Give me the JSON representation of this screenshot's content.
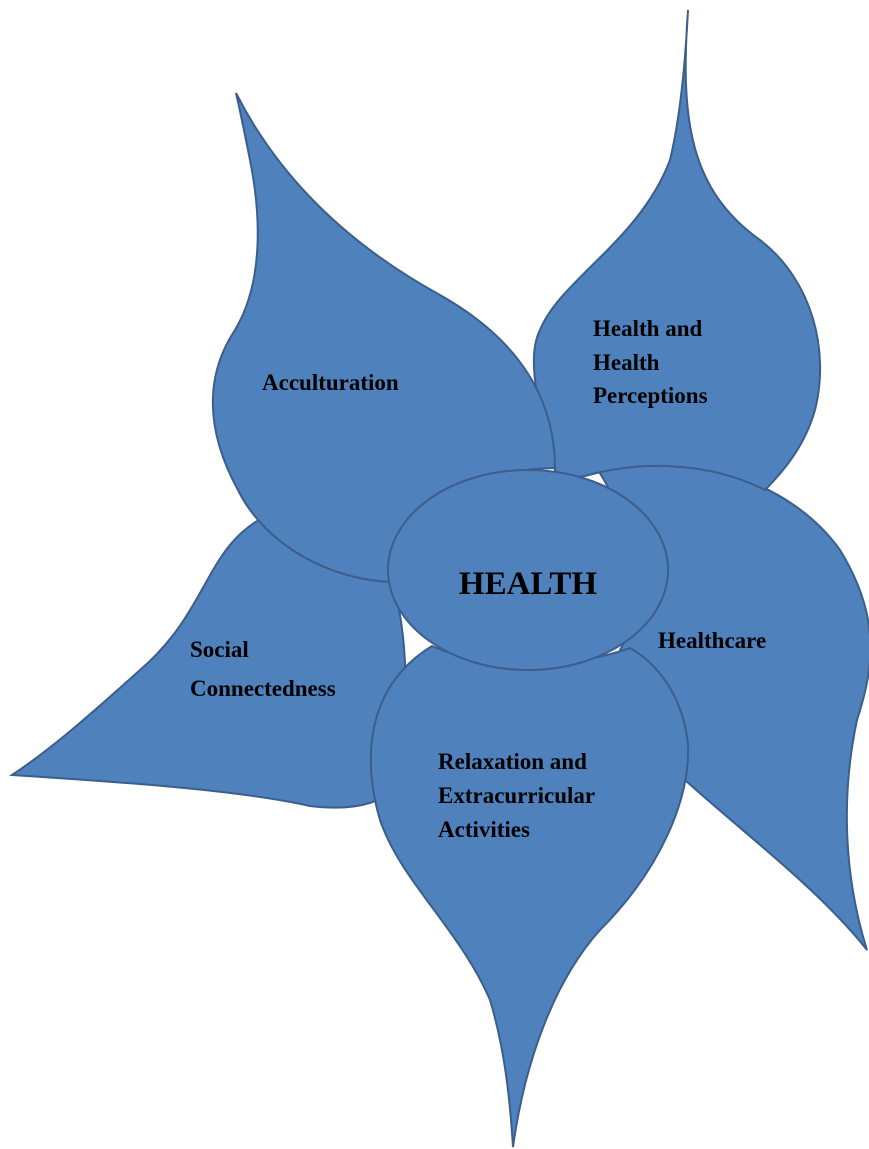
{
  "diagram": {
    "fill_color": "#4f81bd",
    "stroke_color": "#3b5e8c",
    "text_color": "#000000",
    "center": {
      "label": "HEALTH"
    },
    "petals": {
      "acculturation": {
        "lines": [
          "Acculturation"
        ]
      },
      "health_perceptions": {
        "lines": [
          "Health and",
          "Health",
          "Perceptions"
        ]
      },
      "healthcare": {
        "lines": [
          "Healthcare"
        ]
      },
      "social": {
        "lines": [
          "Social",
          "Connectedness"
        ]
      },
      "relaxation": {
        "lines": [
          "Relaxation and",
          "Extracurricular",
          "Activities"
        ]
      }
    }
  }
}
